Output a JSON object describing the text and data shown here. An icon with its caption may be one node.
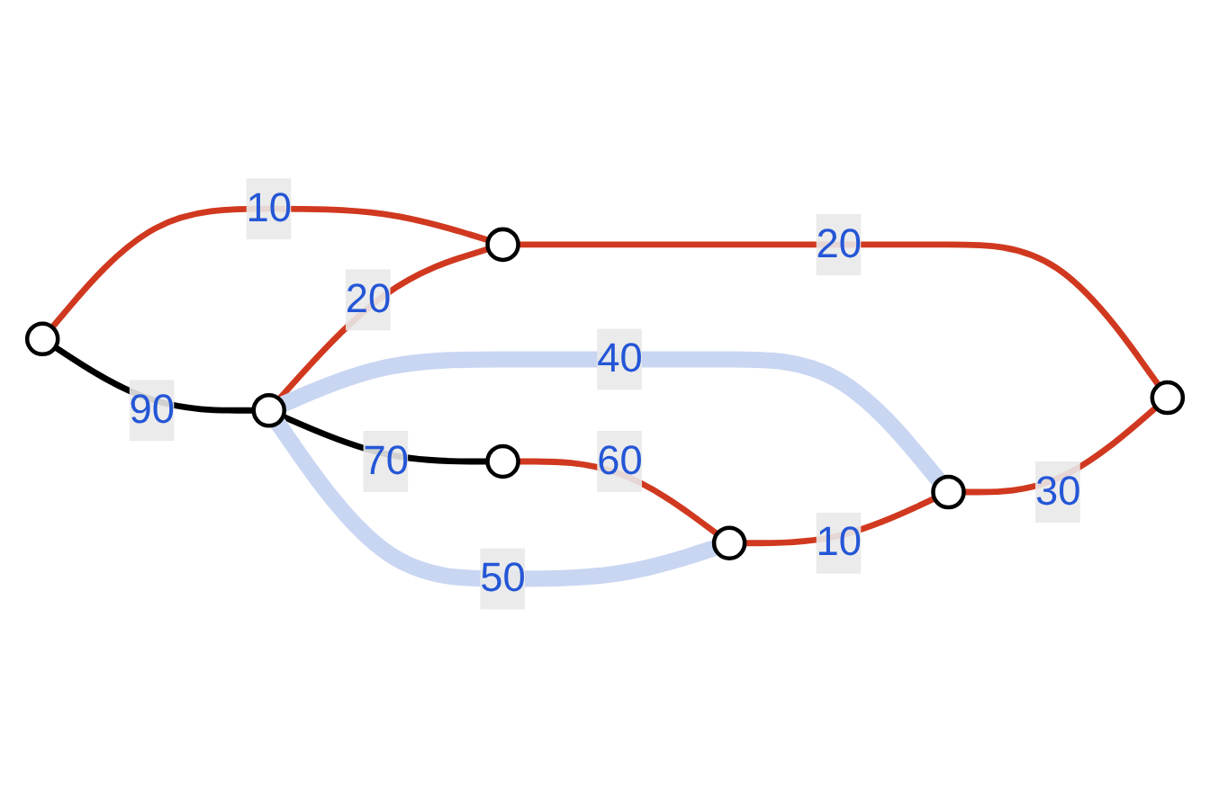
{
  "diagram": {
    "nodes": [
      {
        "text": [],
        "shape": "circle"
      },
      {
        "text": [],
        "shape": "circle"
      },
      {
        "text": [],
        "shape": "circle"
      },
      {
        "text": [],
        "shape": "circle"
      },
      {
        "text": [],
        "shape": "circle"
      },
      {
        "text": [],
        "shape": "circle"
      },
      {
        "text": [],
        "shape": "circle"
      }
    ],
    "edges": [
      {
        "from": 0,
        "to": 2,
        "arrow": "none",
        "label": "90",
        "color": "#000000"
      },
      {
        "from": 0,
        "to": 1,
        "arrow": "none",
        "label": "10"
      },
      {
        "from": 2,
        "to": 1,
        "arrow": "none",
        "label": "20"
      },
      {
        "from": 2,
        "to": 4,
        "arrow": "none",
        "label": "70",
        "color": "#000000"
      },
      {
        "from": 4,
        "to": 6,
        "arrow": "none",
        "label": "60"
      },
      {
        "from": 2,
        "to": 6,
        "arrow": "none",
        "label": "50",
        "style": "thick",
        "color": "#c9d6f2"
      },
      {
        "from": 2,
        "to": 5,
        "arrow": "none",
        "label": "40",
        "style": "thick",
        "color": "#c9d6f2"
      },
      {
        "from": 6,
        "to": 5,
        "arrow": "none",
        "label": "10"
      },
      {
        "from": 1,
        "to": 3,
        "arrow": "none",
        "label": "20"
      },
      {
        "from": 5,
        "to": 3,
        "arrow": "none",
        "label": "30"
      }
    ]
  }
}
